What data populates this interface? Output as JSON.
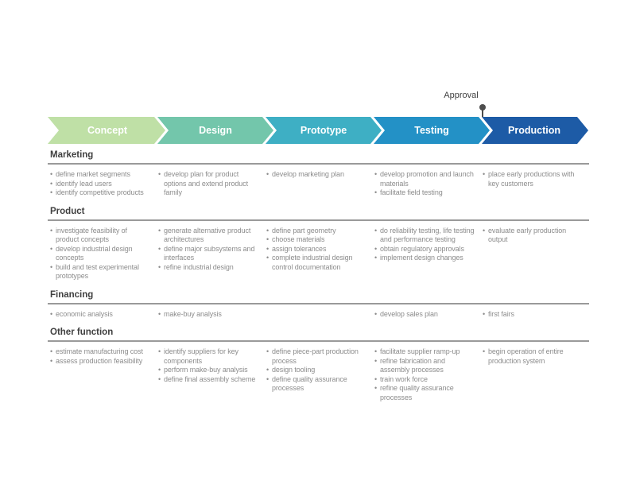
{
  "annotation": {
    "label": "Approval"
  },
  "phases": [
    {
      "id": "concept",
      "label": "Concept",
      "color": "#bfe0a6"
    },
    {
      "id": "design",
      "label": "Design",
      "color": "#73c6ab"
    },
    {
      "id": "prototype",
      "label": "Prototype",
      "color": "#3eafc4"
    },
    {
      "id": "testing",
      "label": "Testing",
      "color": "#2391c6"
    },
    {
      "id": "production",
      "label": "Production",
      "color": "#1d5ba6"
    }
  ],
  "rows": [
    {
      "label": "Marketing",
      "cells": [
        [
          "define market segments",
          "identify lead users",
          "identify competitive products"
        ],
        [
          "develop plan for product options and extend product family"
        ],
        [
          "develop marketing plan"
        ],
        [
          "develop promotion and launch materials",
          "facilitate field testing"
        ],
        [
          "place early productions with key customers"
        ]
      ]
    },
    {
      "label": "Product",
      "cells": [
        [
          "investigate feasibility of product concepts",
          "develop industrial design concepts",
          "build and test experimental prototypes"
        ],
        [
          "generate alternative product architectures",
          "define major subsystems and interfaces",
          "refine industrial design"
        ],
        [
          "define part geometry",
          "choose materials",
          "assign tolerances",
          "complete industrial design control documentation"
        ],
        [
          "do reliability testing, life testing and performance testing",
          "obtain regulatory approvals",
          "implement design changes"
        ],
        [
          "evaluate early production output"
        ]
      ]
    },
    {
      "label": "Financing",
      "cells": [
        [
          "economic analysis"
        ],
        [
          "make-buy analysis"
        ],
        [],
        [
          "develop sales plan"
        ],
        [
          "first fairs"
        ]
      ]
    },
    {
      "label": "Other function",
      "cells": [
        [
          "estimate manufacturing cost",
          "assess production feasibility"
        ],
        [
          "identify suppliers for key components",
          "perform make-buy analysis",
          "define final assembly scheme"
        ],
        [
          "define piece-part production process",
          "design tooling",
          "define quality assurance processes"
        ],
        [
          "facilitate supplier ramp-up",
          "refine fabrication and assembly processes",
          "train work force",
          "refine quality assurance processes"
        ],
        [
          "begin operation of entire production system"
        ]
      ]
    }
  ]
}
